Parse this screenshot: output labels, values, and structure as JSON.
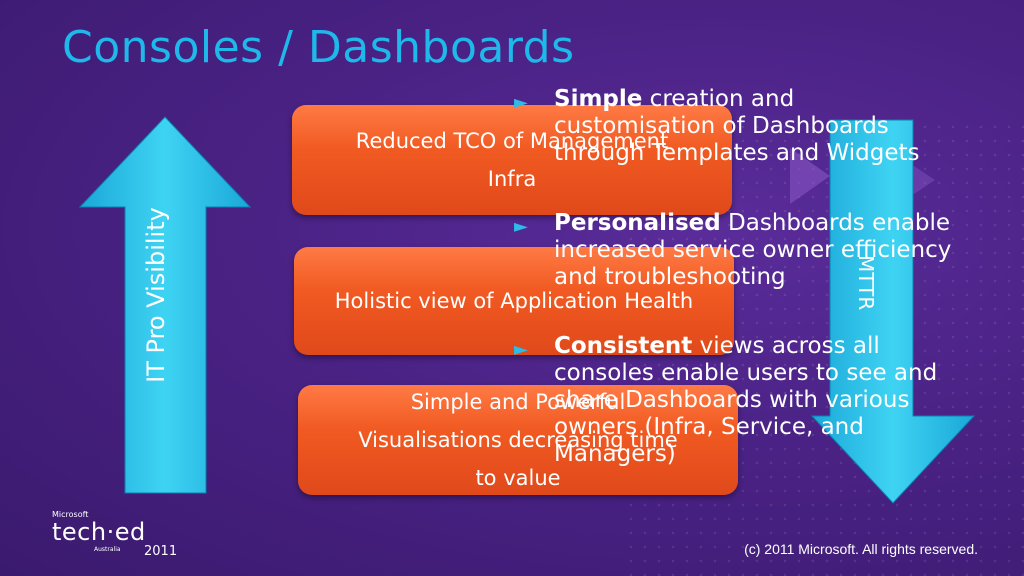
{
  "slide": {
    "title": "Consoles / Dashboards",
    "boxes": [
      "Reduced TCO of Management Infra",
      "Holistic view of Application Health",
      "Simple and Powerful Visualisations decreasing time to value"
    ],
    "left_arrow_label": "IT Pro Visibility",
    "right_arrow_label": "MTTR",
    "bullets": [
      {
        "marker": "►",
        "bold": "Simple",
        "rest": " creation and customisation of Dashboards through Templates and Widgets"
      },
      {
        "marker": "►",
        "bold": "Personalised",
        "rest": " Dashboards enable increased service owner efficiency and troubleshooting"
      },
      {
        "marker": "►",
        "bold": "Consistent",
        "rest": " views across all consoles enable users to see and share Dashboards with various owners (Infra, Service, and Managers)"
      }
    ],
    "logo": {
      "brand": "Microsoft",
      "name": "tech·ed",
      "region": "Australia",
      "year": "2011"
    },
    "footer": "(c) 2011 Microsoft. All rights reserved."
  },
  "colors": {
    "accent": "#1fb8ea",
    "box": "#f15a22",
    "background": "#4a2285"
  }
}
